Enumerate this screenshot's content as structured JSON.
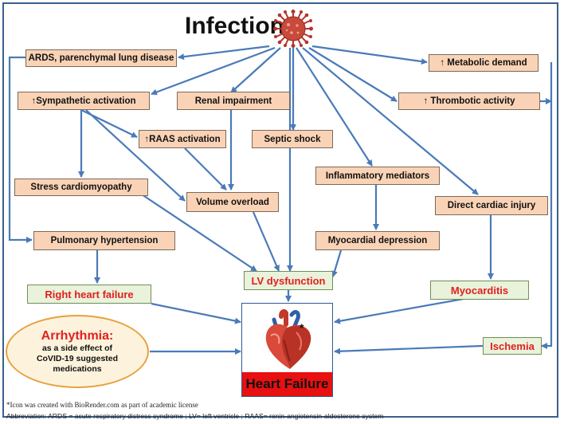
{
  "title": "Infection",
  "nodes": {
    "ards": "ARDS, parenchymal lung disease",
    "metabolic": "↑ Metabolic demand",
    "sympathetic": "↑Sympathetic activation",
    "renal": "Renal impairment",
    "thrombotic": "↑ Thrombotic activity",
    "raas": "↑RAAS activation",
    "septic": "Septic shock",
    "stress": "Stress cardiomyopathy",
    "volume": "Volume overload",
    "inflammatory": "Inflammatory mediators",
    "direct": "Direct cardiac injury",
    "pulmonary": "Pulmonary hypertension",
    "myo_depression": "Myocardial depression",
    "right_hf": "Right heart failure",
    "lv": "LV dysfunction",
    "myocarditis": "Myocarditis",
    "ischemia": "Ischemia"
  },
  "arrhythmia": {
    "title": "Arrhythmia:",
    "line1": "as a side effect of",
    "line2": "CoVID-19 suggested",
    "line3": "medications"
  },
  "heart_failure": "Heart Failure",
  "asterisk": "*",
  "footnotes": {
    "icon": "*Icon was created with BioRender.com as part of academic license",
    "abbrev": "Abbreviation: ARDS = acute respiratory distress syndrome ; LV= left ventricle ; RAAS= renin-angiotensin-aldosterone system"
  },
  "colors": {
    "arrow": "#4a7ab8",
    "box": "#fad3b6",
    "green_box": "#e9f2da",
    "red_text": "#e02020",
    "hf_bar": "#e81010",
    "virus": "#b5342a"
  },
  "icons": [
    "virus-icon",
    "heart-icon"
  ]
}
